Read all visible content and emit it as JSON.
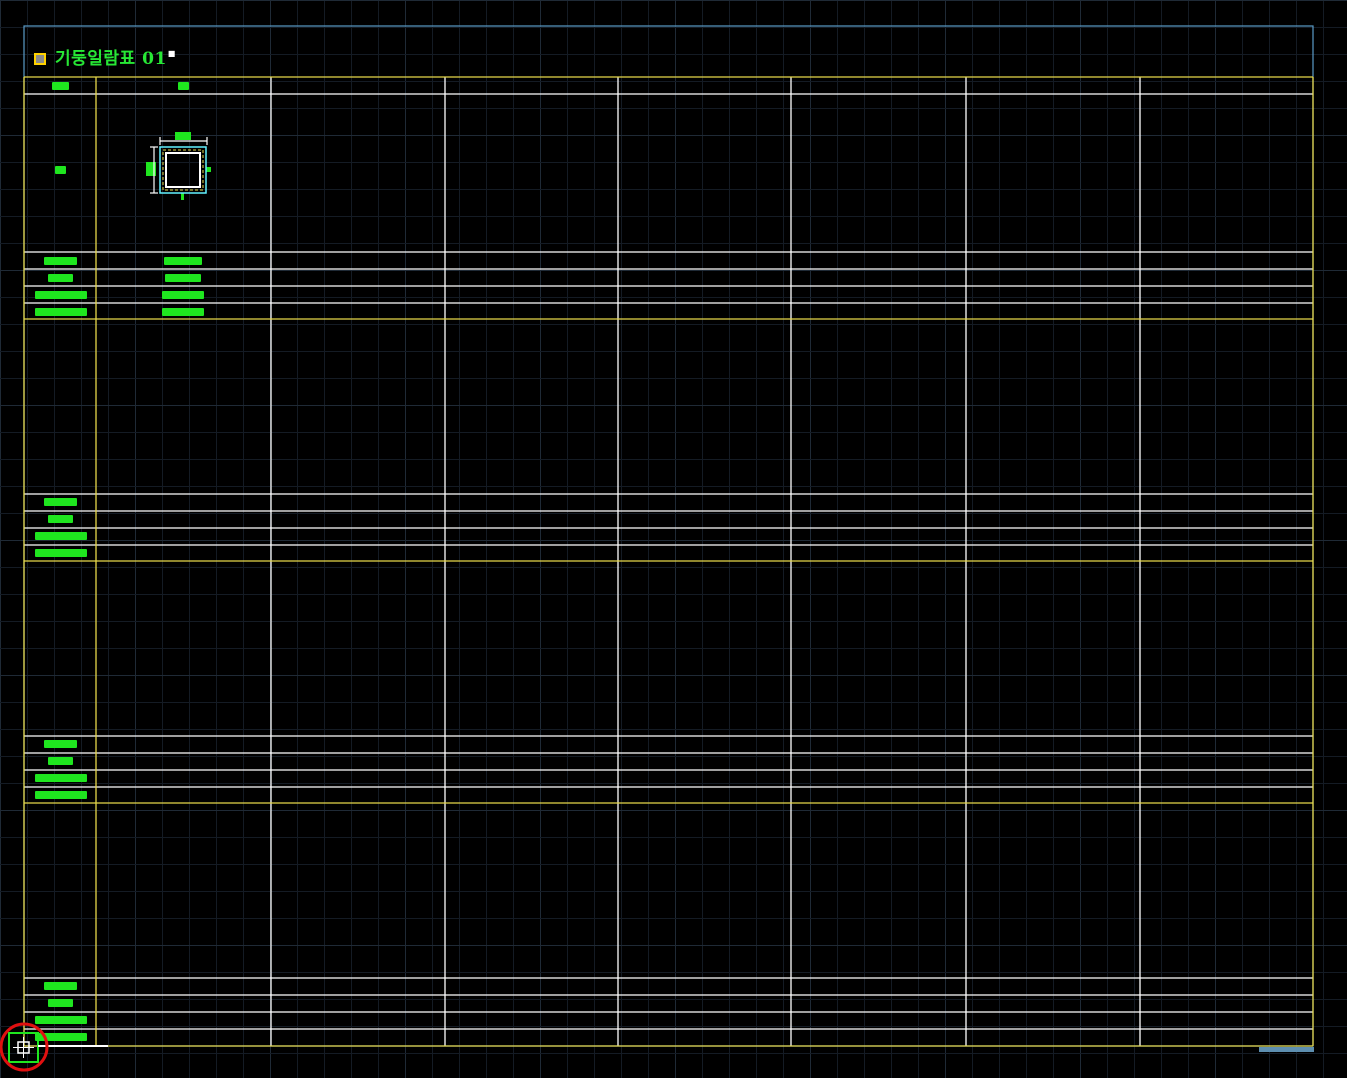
{
  "drawing": {
    "title": "기둥일람표 01",
    "colors": {
      "background": "#000000",
      "grid_minor": "#141b24",
      "grid_major": "#1f2a36",
      "frame_outline": "#5b9bc8",
      "yellow_lines": "#e6d84a",
      "white_lines": "#ffffff",
      "green_text_blocks": "#1fe61f",
      "section_cyan": "#62f2ff",
      "origin_marker": "#e01010",
      "status_bar": "#5d8fb0"
    },
    "table": {
      "columns": 8,
      "row_groups": 4,
      "rows_per_group": 4
    },
    "icons": {
      "origin": "ucs-origin-icon",
      "title_square": "square-icon"
    }
  }
}
